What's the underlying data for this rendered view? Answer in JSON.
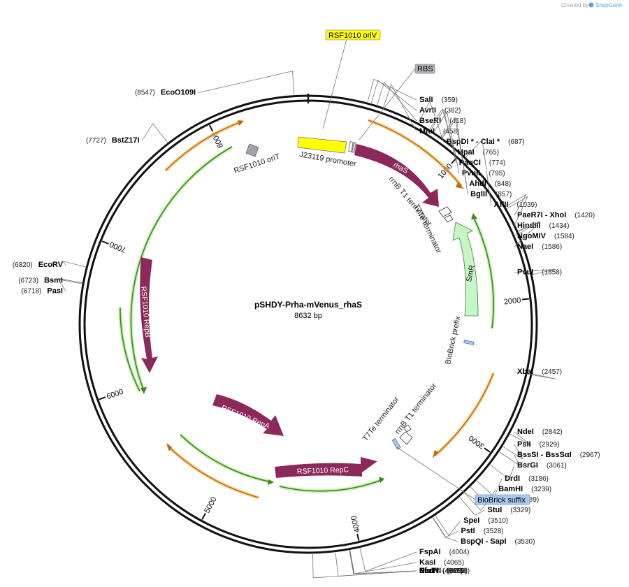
{
  "credit": {
    "prefix": "Created by",
    "brand": "SnapGene"
  },
  "plasmid": {
    "name": "pSHDY-Prha-mVenus_rhaS",
    "size_label": "8632 bp",
    "length": 8632
  },
  "ticks": [
    {
      "pos": 1000,
      "label": "1000"
    },
    {
      "pos": 2000,
      "label": "2000"
    },
    {
      "pos": 3000,
      "label": "3000"
    },
    {
      "pos": 4000,
      "label": "4000"
    },
    {
      "pos": 5000,
      "label": "5000"
    },
    {
      "pos": 6000,
      "label": "6000"
    },
    {
      "pos": 7000,
      "label": "7000"
    },
    {
      "pos": 8000,
      "label": "8000"
    }
  ],
  "sites": [
    {
      "name": "EcoO109I",
      "pos_label": "(8547)",
      "pos": 8547
    },
    {
      "name": "SalI",
      "pos_label": "(359)",
      "pos": 359
    },
    {
      "name": "AvrII",
      "pos_label": "(382)",
      "pos": 382
    },
    {
      "name": "BseRI",
      "pos_label": "(418)",
      "pos": 418
    },
    {
      "name": "MluI",
      "pos_label": "(458)",
      "pos": 458
    },
    {
      "name": "BspDI * - ClaI *",
      "pos_label": "(687)",
      "pos": 687
    },
    {
      "name": "HpaI",
      "pos_label": "(765)",
      "pos": 765
    },
    {
      "name": "PaqCI",
      "pos_label": "(774)",
      "pos": 774
    },
    {
      "name": "PvuII",
      "pos_label": "(795)",
      "pos": 795
    },
    {
      "name": "AhdI",
      "pos_label": "(848)",
      "pos": 848
    },
    {
      "name": "BglII",
      "pos_label": "(857)",
      "pos": 857
    },
    {
      "name": "AflII",
      "pos_label": "(1039)",
      "pos": 1039
    },
    {
      "name": "PaeR7I - XhoI",
      "pos_label": "(1420)",
      "pos": 1420
    },
    {
      "name": "HindIII",
      "pos_label": "(1434)",
      "pos": 1434
    },
    {
      "name": "NgoMIV",
      "pos_label": "(1584)",
      "pos": 1584
    },
    {
      "name": "NaeI",
      "pos_label": "(1586)",
      "pos": 1586
    },
    {
      "name": "PvuI",
      "pos_label": "(1858)",
      "pos": 1858
    },
    {
      "name": "XbaI",
      "pos_label": "(2457)",
      "pos": 2457
    },
    {
      "name": "NdeI",
      "pos_label": "(2842)",
      "pos": 2842
    },
    {
      "name": "PsiI",
      "pos_label": "(2929)",
      "pos": 2929
    },
    {
      "name": "BssSI - BssSαI",
      "pos_label": "(2967)",
      "pos": 2967
    },
    {
      "name": "BsrGI",
      "pos_label": "(3061)",
      "pos": 3061
    },
    {
      "name": "DrdI",
      "pos_label": "(3186)",
      "pos": 3186
    },
    {
      "name": "BamHI",
      "pos_label": "(3239)",
      "pos": 3239
    },
    {
      "name": "SacII",
      "pos_label": "(3289)",
      "pos": 3289
    },
    {
      "name": "StuI",
      "pos_label": "(3329)",
      "pos": 3329
    },
    {
      "name": "SpeI",
      "pos_label": "(3510)",
      "pos": 3510
    },
    {
      "name": "PstI",
      "pos_label": "(3528)",
      "pos": 3528
    },
    {
      "name": "BspQI - SapI",
      "pos_label": "(3530)",
      "pos": 3530
    },
    {
      "name": "FspAI",
      "pos_label": "(4004)",
      "pos": 4004
    },
    {
      "name": "KasI",
      "pos_label": "(4065)",
      "pos": 4065
    },
    {
      "name": "NarI",
      "pos_label": "(4066)",
      "pos": 4066
    },
    {
      "name": "SfoI",
      "pos_label": "(4067)",
      "pos": 4067
    },
    {
      "name": "PluTI",
      "pos_label": "(4069)",
      "pos": 4069
    },
    {
      "name": "EcoNI",
      "pos_label": "(4153)",
      "pos": 4153
    },
    {
      "name": "PfoI *",
      "pos_label": "(4289)",
      "pos": 4289
    },
    {
      "name": "PasI",
      "pos_label": "(6718)",
      "pos": 6718
    },
    {
      "name": "BsmI",
      "pos_label": "(6723)",
      "pos": 6723
    },
    {
      "name": "EcoRV",
      "pos_label": "(6820)",
      "pos": 6820
    },
    {
      "name": "BstZ17I",
      "pos_label": "(7727)",
      "pos": 7727
    }
  ],
  "callouts": [
    {
      "label": "RSF1010 oriV",
      "color": "#ffff00"
    },
    {
      "label": "RBS",
      "color": "#b0b3b8"
    },
    {
      "label": "BioBrick suffix",
      "color": "#a8c8f0"
    }
  ],
  "features": [
    {
      "label": "rhaS",
      "type": "gene",
      "color": "#8b2a5a"
    },
    {
      "label": "SmR",
      "type": "gene",
      "color": "#c7f5c7"
    },
    {
      "label": "RSF1010 RepB",
      "type": "gene",
      "color": "#8b2a5a"
    },
    {
      "label": "RSF1010 RepA",
      "type": "gene",
      "color": "#8b2a5a"
    },
    {
      "label": "RSF1010 RepC",
      "type": "gene",
      "color": "#8b2a5a"
    }
  ],
  "annotations": [
    {
      "label": "J23119 promoter"
    },
    {
      "label": "rrnB T1 terminator"
    },
    {
      "label": "T7Te terminator"
    },
    {
      "label": "RSF1010 oriT"
    },
    {
      "label": "BioBrick prefix"
    },
    {
      "label": "T7Te terminator"
    },
    {
      "label": "rrnB T1 terminator"
    }
  ]
}
